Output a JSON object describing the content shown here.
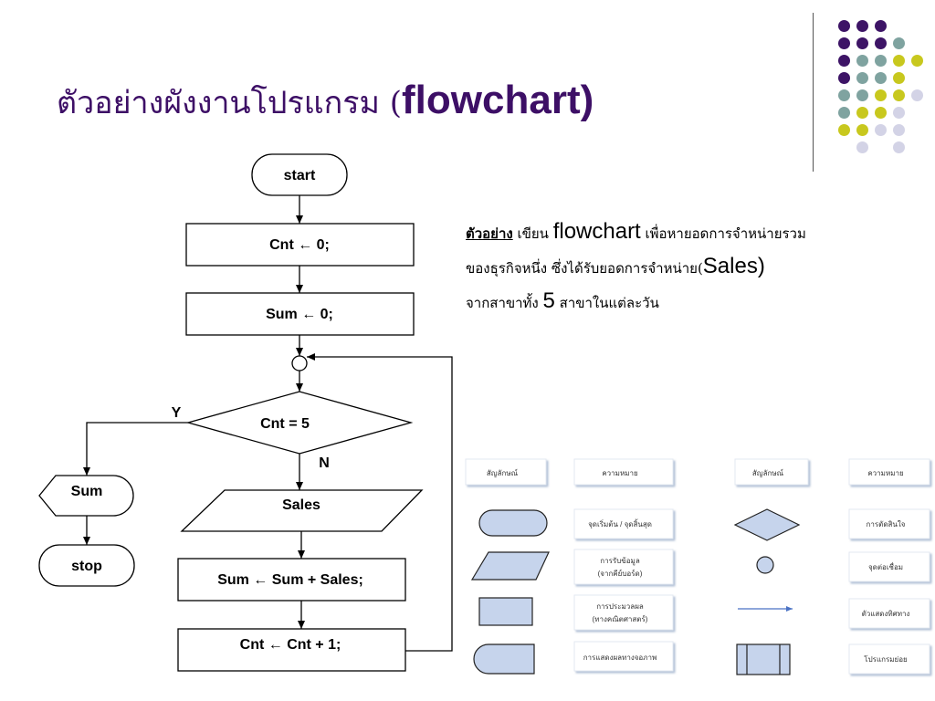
{
  "title": {
    "thai": "ตัวอย่างผังงานโปรแกรม (",
    "en": "flowchart)"
  },
  "description": {
    "label": "ตัวอย่าง",
    "l1a": " เขียน ",
    "l1b": "flowchart",
    "l1c": " เพื่อหายอดการจำหน่ายรวม",
    "l2a": "ของธุรกิจหนึ่ง  ซึ่งได้รับยอดการจำหน่าย(",
    "l2b": "Sales)",
    "l3a": "จากสาขาทั้ง ",
    "l3b": "5",
    "l3c": " สาขาในแต่ละวัน"
  },
  "flowchart": {
    "start": "start",
    "init_cnt": "Cnt ← 0;",
    "init_sum": "Sum ← 0;",
    "decision": "Cnt = 5",
    "yes": "Y",
    "no": "N",
    "input": "Sales",
    "add": "Sum ← Sum + Sales;",
    "incr": "Cnt ← Cnt + 1;",
    "output": "Sum",
    "stop": "stop"
  },
  "legend": {
    "col_symbol": "สัญลักษณ์",
    "col_meaning": "ความหมาย",
    "col_symbol2": "สัญลักษณ์",
    "col_meaning2": "ความหมาย",
    "terminal": "จุดเริ่มต้น / จุดสิ้นสุด",
    "input_1": "การรับข้อมูล",
    "input_2": "(จากคีย์บอร์ด)",
    "process_1": "การประมวลผล",
    "process_2": "(ทางคณิตศาสตร์)",
    "display": "การแสดงผลทางจอภาพ",
    "decision": "การตัดสินใจ",
    "connector": "จุดต่อเชื่อม",
    "flow": "ตัวแสดงทิศทาง",
    "subprogram": "โปรแกรมย่อย"
  },
  "colors": {
    "title": "#3d0f66",
    "purple": "#3d1466",
    "teal": "#7fa3a0",
    "yellow": "#c8c81e",
    "lavender": "#d3d3e6",
    "shape_fill": "#c6d4ec",
    "arrow_blue": "#4a72c4"
  }
}
